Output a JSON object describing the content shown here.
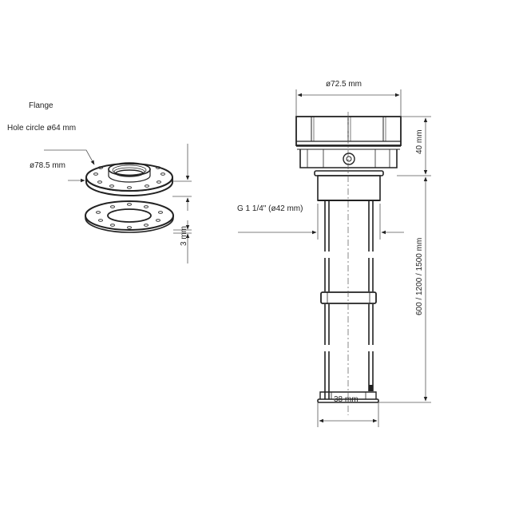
{
  "flange": {
    "title": "Flange",
    "hole_circle": "Hole circle ø64 mm",
    "outer_diameter": "ø78.5 mm",
    "gasket_thickness": "3 mm"
  },
  "fitting": {
    "head_diameter": "ø72.5 mm",
    "head_height": "40 mm",
    "thread": "G 1 1/4\" (ø42 mm)",
    "lengths": "600 / 1200 / 1500 mm",
    "foot_width": "38 mm"
  },
  "colors": {
    "line": "#222222",
    "dimension": "#666666",
    "background": "#ffffff"
  }
}
